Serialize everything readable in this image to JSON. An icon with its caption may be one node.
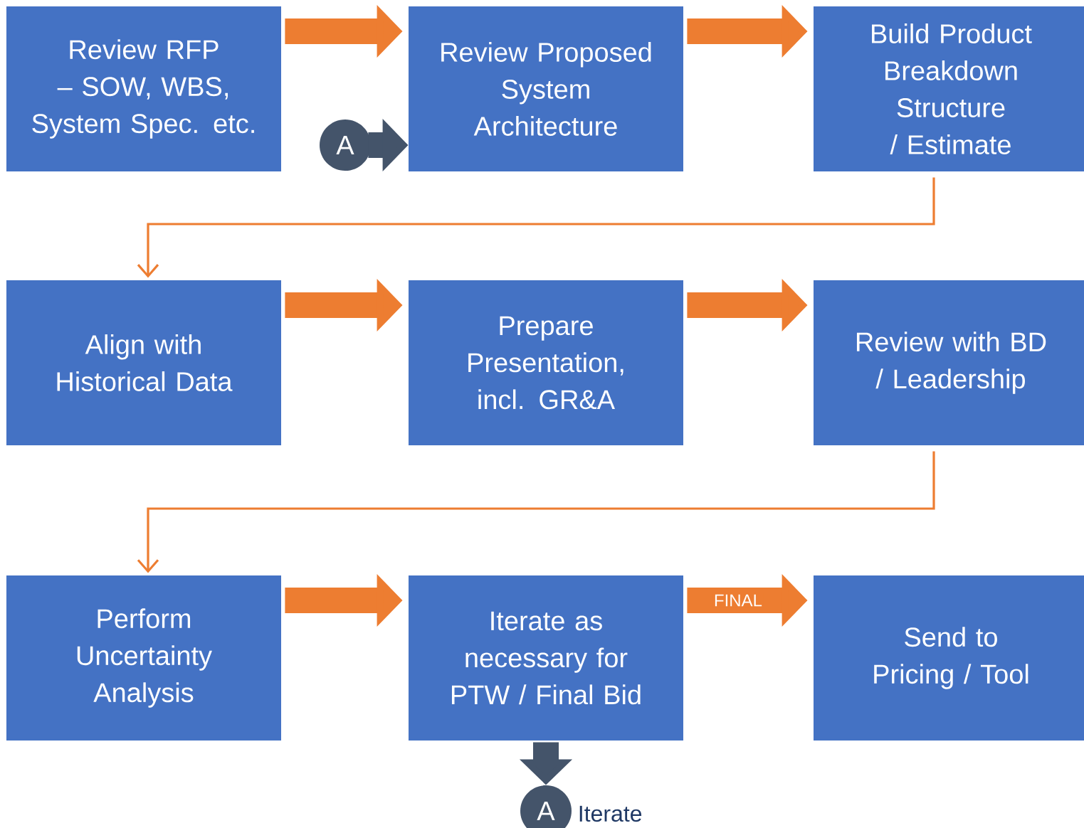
{
  "diagram": {
    "nodes": [
      {
        "text": [
          "Review RFP – SOW, WBS, System Spec. etc."
        ]
      },
      {
        "text": [
          "Review Proposed System Architecture"
        ]
      },
      {
        "text": [
          "Build Product Breakdown Structure / Estimate"
        ]
      },
      {
        "text": [
          "Align with Historical Data"
        ]
      },
      {
        "text": [
          "Prepare Presentation, incl. GR&A"
        ]
      },
      {
        "text": [
          "Review with BD / Leadership"
        ]
      },
      {
        "text": [
          "Perform Uncertainty Analysis"
        ]
      },
      {
        "text": [
          "Iterate as necessary for PTW / Final Bid"
        ]
      },
      {
        "text": [
          "Send to Pricing / Tool"
        ]
      },
      {
        "text": [
          "A"
        ]
      },
      {
        "text": [
          "A"
        ],
        "beside": [
          "Iterate"
        ]
      }
    ],
    "edges": [
      {
        "from": 0,
        "to": 1,
        "arrow": "to"
      },
      {
        "from": 1,
        "to": 2,
        "arrow": "to"
      },
      {
        "from": 2,
        "to": 3,
        "arrow": "to"
      },
      {
        "from": 3,
        "to": 4,
        "arrow": "to"
      },
      {
        "from": 4,
        "to": 5,
        "arrow": "to"
      },
      {
        "from": 5,
        "to": 6,
        "arrow": "to"
      },
      {
        "from": 6,
        "to": 7,
        "arrow": "to"
      },
      {
        "from": 7,
        "to": 8,
        "arrow": "to",
        "label": "FINAL"
      },
      {
        "from": 9,
        "to": 1,
        "arrow": "to",
        "color": "#44546a"
      },
      {
        "from": 7,
        "to": 10,
        "arrow": "to",
        "color": "#44546a"
      }
    ]
  }
}
